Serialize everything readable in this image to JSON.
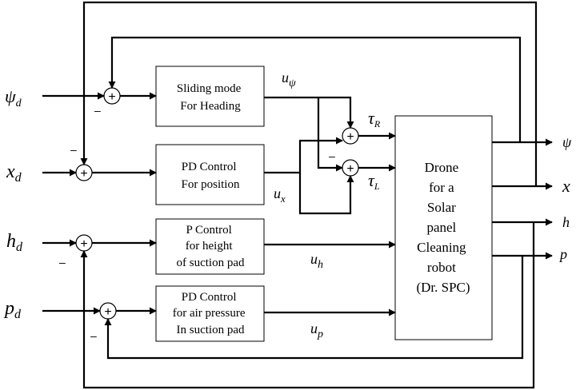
{
  "inputs": {
    "psi_d": {
      "sym": "ψ",
      "sub": "d"
    },
    "x_d": {
      "sym": "x",
      "sub": "d"
    },
    "h_d": {
      "sym": "h",
      "sub": "d"
    },
    "p_d": {
      "sym": "p",
      "sub": "d"
    }
  },
  "blocks": {
    "heading": [
      "Sliding mode",
      "For Heading"
    ],
    "position": [
      "PD Control",
      "For position"
    ],
    "height": [
      "P Control",
      "for height",
      "of suction pad"
    ],
    "pressure": [
      "PD Control",
      "for air pressure",
      "In suction pad"
    ],
    "plant": [
      "Drone",
      "for a",
      "Solar",
      "panel",
      "Cleaning",
      "robot",
      "(Dr. SPC)"
    ]
  },
  "signals": {
    "u_psi": {
      "sym": "u",
      "sub": "ψ"
    },
    "u_x": {
      "sym": "u",
      "sub": "x"
    },
    "u_h": {
      "sym": "u",
      "sub": "h"
    },
    "u_p": {
      "sym": "u",
      "sub": "p"
    },
    "tau_r": {
      "sym": "τ",
      "sub": "R"
    },
    "tau_l": {
      "sym": "τ",
      "sub": "L"
    }
  },
  "outputs": {
    "psi": "ψ",
    "x": "x",
    "h": "h",
    "p": "p"
  },
  "symbols": {
    "plus": "+",
    "minus": "–"
  },
  "colors": {
    "line": "#000000",
    "box_border": "#000000",
    "background": "#ffffff"
  }
}
